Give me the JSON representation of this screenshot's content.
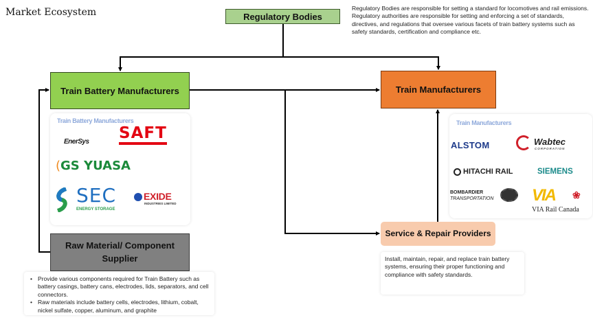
{
  "title": "Market Ecosystem",
  "nodes": {
    "regulatory": {
      "label": "Regulatory Bodies",
      "color": "#a9d18e",
      "description": [
        "Regulatory Bodies are responsible for setting a standard for locomotives and rail emissions.",
        "Regulatory authorities are responsible for setting and enforcing a set of standards, directives, and regulations that oversee various facets of train battery systems such as safety standards, certification and compliance etc."
      ]
    },
    "battery_manufacturers": {
      "label": "Train Battery Manufacturers",
      "color": "#92d050",
      "card_title": "Train Battery Manufacturers",
      "logos": [
        "EnerSys",
        "SAFT",
        "GS YUASA",
        "SEC",
        "ENERGY STORAGE",
        "EXIDE",
        "INDUSTRIES LIMITED"
      ]
    },
    "train_manufacturers": {
      "label": "Train Manufacturers",
      "color": "#ed7d31",
      "card_title": "Train Manufacturers",
      "logos": [
        "ALSTOM",
        "Wabtec",
        "CORPORATION",
        "HITACHI RAIL",
        "SIEMENS",
        "BOMBARDIER",
        "TRANSPORTATION",
        "VIA",
        "VIA Rail Canada"
      ]
    },
    "raw_material": {
      "label": "Raw Material/ Component Supplier",
      "color": "#808080",
      "bullets": [
        "Provide various components required for Train Battery  such as battery casings, battery cans, electrodes, lids, separators, and cell connectors.",
        "Raw materials include battery cells, electrodes, lithium, cobalt, nickel sulfate, copper, aluminum, and graphite"
      ]
    },
    "service_repair": {
      "label": "Service & Repair Providers",
      "color": "#f8cbad",
      "description": "Install, maintain, repair, and replace train battery systems, ensuring their proper functioning and compliance with safety standards."
    }
  },
  "edges": [
    {
      "from": "Regulatory Bodies",
      "to": "Train Battery Manufacturers"
    },
    {
      "from": "Regulatory Bodies",
      "to": "Train Manufacturers"
    },
    {
      "from": "Train Battery Manufacturers",
      "to": "Train Manufacturers"
    },
    {
      "from": "Train Battery Manufacturers",
      "to": "Service & Repair Providers"
    },
    {
      "from": "Service & Repair Providers",
      "to": "Train Manufacturers"
    },
    {
      "from": "Raw Material/ Component Supplier",
      "to": "Train Battery Manufacturers"
    }
  ]
}
